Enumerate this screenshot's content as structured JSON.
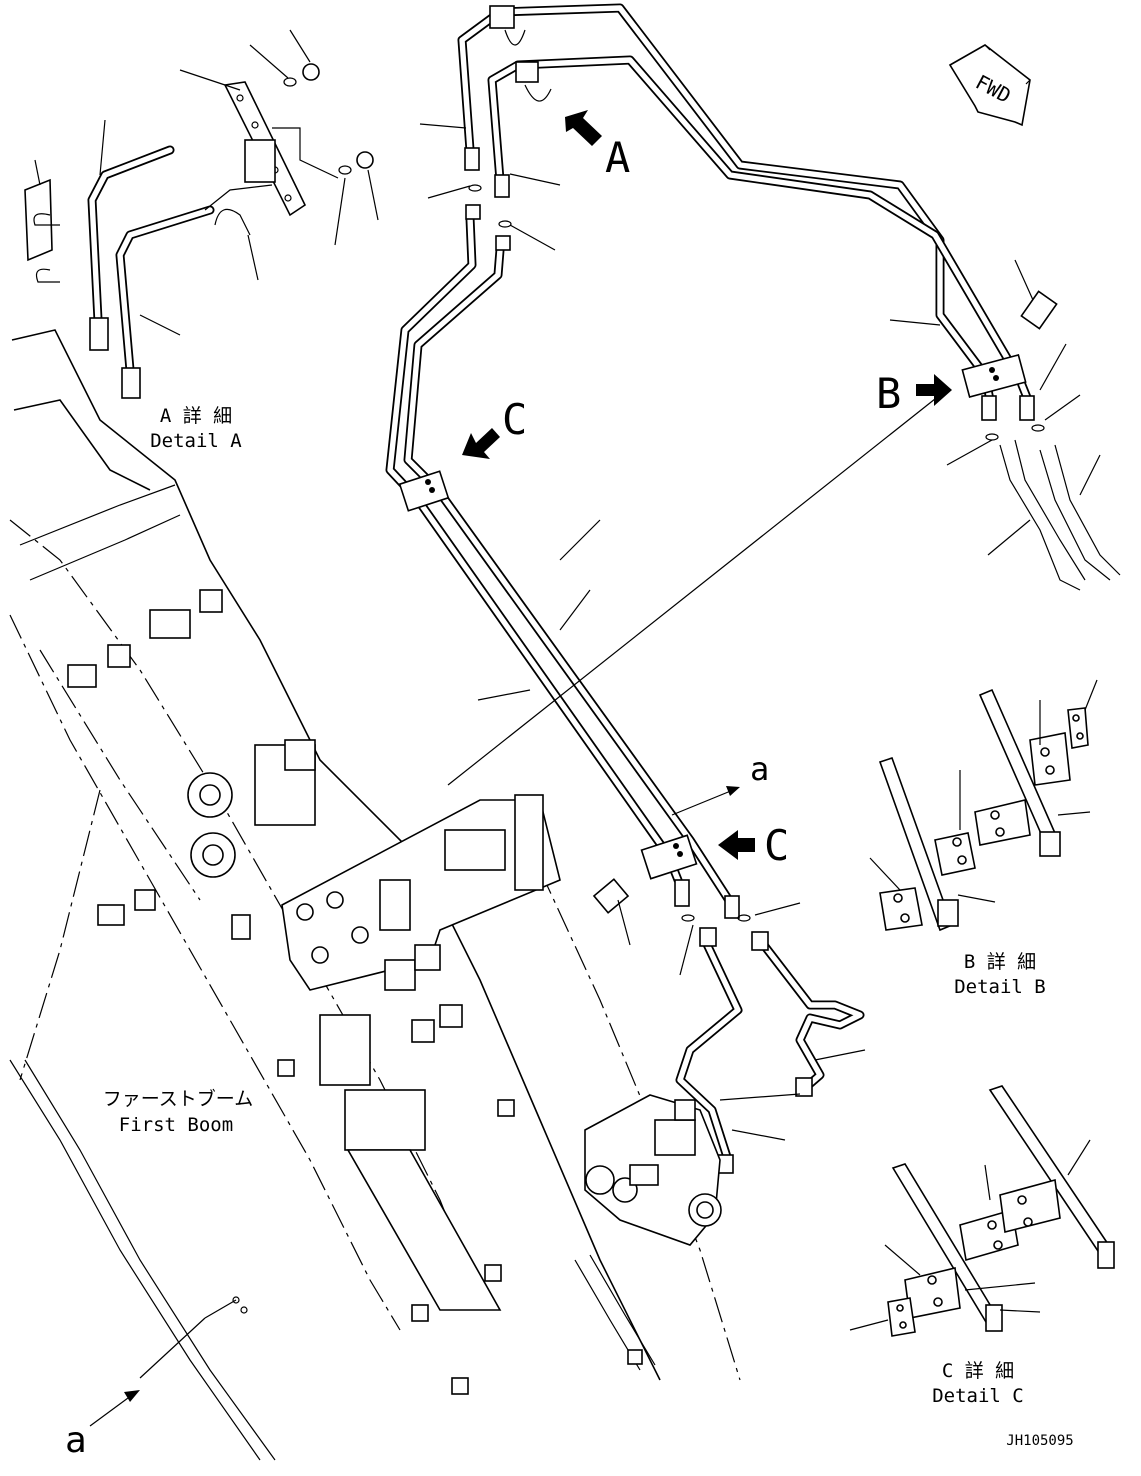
{
  "drawing": {
    "view_a_letter": "A",
    "view_b_letter": "B",
    "view_c_letter": "C",
    "fwd_label": "FWD",
    "ref_a_top": "a",
    "ref_a_bottom": "a",
    "detail_a_jp": "A 詳 細",
    "detail_a_en": "Detail A",
    "detail_b_jp": "B 詳 細",
    "detail_b_en": "Detail B",
    "detail_c_jp": "C 詳 細",
    "detail_c_en": "Detail C",
    "boom_jp": "ファーストブーム",
    "boom_en": "First Boom",
    "drawing_number": "JH105095"
  },
  "colors": {
    "ink": "#000000",
    "paper": "#ffffff"
  }
}
